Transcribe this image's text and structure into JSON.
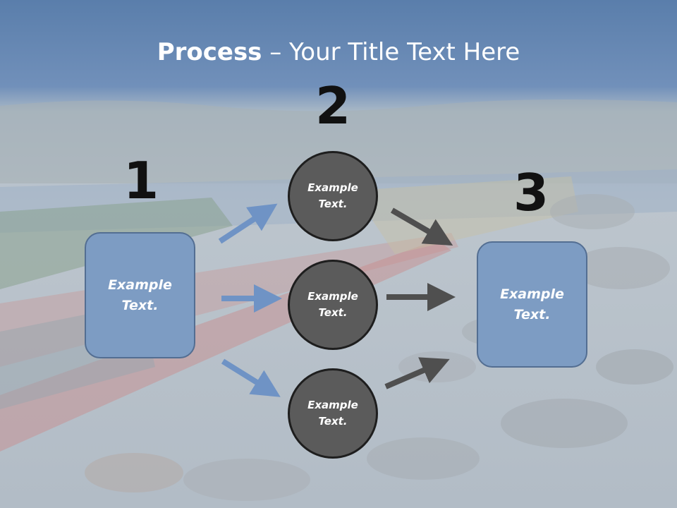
{
  "title": {
    "bold": "Process",
    "rest": " – Your Title Text Here"
  },
  "numbers": [
    "1",
    "2",
    "3"
  ],
  "left_box": {
    "line1": "Example",
    "line2": "Text."
  },
  "right_box": {
    "line1": "Example",
    "line2": "Text."
  },
  "circles": [
    {
      "line1": "Example",
      "line2": "Text."
    },
    {
      "line1": "Example",
      "line2": "Text."
    },
    {
      "line1": "Example",
      "line2": "Text."
    }
  ],
  "colors": {
    "header_band": "#6a8fbd",
    "box_fill": "#7d9cc3",
    "box_border": "#536e92",
    "circle_fill": "#5b5b5b",
    "circle_border": "#1e1e1e",
    "arrow_blue": "#6f93c5",
    "arrow_gray": "#4f4f4f"
  }
}
